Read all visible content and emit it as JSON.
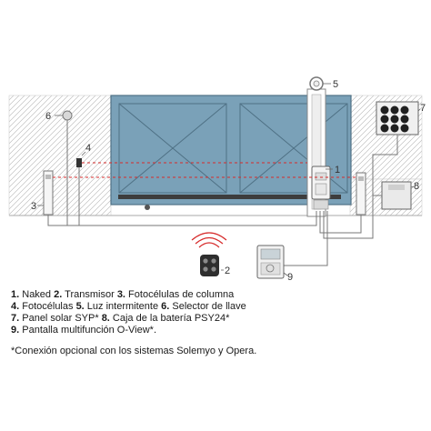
{
  "diagram": {
    "callouts": {
      "c1": "1",
      "c2": "2",
      "c3": "3",
      "c4": "4",
      "c5": "5",
      "c6": "6",
      "c7": "7",
      "c8": "8",
      "c9": "9"
    },
    "colors": {
      "gate_fill": "#7aa1b8",
      "gate_stroke": "#4f7185",
      "wall_hatch": "#b5b5b5",
      "ground": "#aaaaaa",
      "beam": "#d62a2a",
      "remote_signal": "#d62a2a"
    }
  },
  "legend": {
    "l1": [
      {
        "t": "1.",
        "b": true
      },
      {
        "t": " Naked ",
        "b": false
      },
      {
        "t": "2.",
        "b": true
      },
      {
        "t": " Transmisor ",
        "b": false
      },
      {
        "t": "3.",
        "b": true
      },
      {
        "t": " Fotocélulas de columna",
        "b": false
      }
    ],
    "l2": [
      {
        "t": "4.",
        "b": true
      },
      {
        "t": " Fotocélulas ",
        "b": false
      },
      {
        "t": "5.",
        "b": true
      },
      {
        "t": " Luz intermitente ",
        "b": false
      },
      {
        "t": "6.",
        "b": true
      },
      {
        "t": " Selector de llave",
        "b": false
      }
    ],
    "l3": [
      {
        "t": "7.",
        "b": true
      },
      {
        "t": " Panel solar SYP* ",
        "b": false
      },
      {
        "t": "8.",
        "b": true
      },
      {
        "t": " Caja de la batería PSY24*",
        "b": false
      }
    ],
    "l4": [
      {
        "t": "9.",
        "b": true
      },
      {
        "t": " Pantalla multifunción O-View*.",
        "b": false
      }
    ],
    "note": "*Conexión opcional con los sistemas Solemyo y Opera."
  }
}
